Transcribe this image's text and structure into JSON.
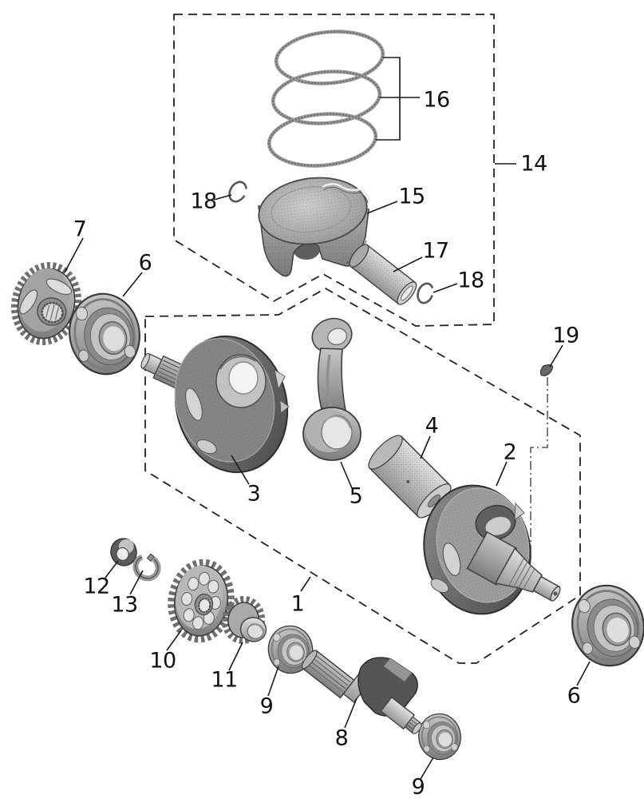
{
  "figure": {
    "kind": "exploded-parts-diagram",
    "background": "#ffffff",
    "line_color": "#1a1a1a",
    "label_color": "#111111",
    "callout_numbers_visible": [
      "1",
      "2",
      "3",
      "4",
      "5",
      "6",
      "7",
      "8",
      "9",
      "10",
      "11",
      "12",
      "13",
      "14",
      "15",
      "16",
      "17",
      "18",
      "19"
    ]
  },
  "labels": [
    "7",
    "6",
    "16",
    "14",
    "15",
    "18",
    "17",
    "18",
    "19",
    "4",
    "2",
    "3",
    "5",
    "1",
    "12",
    "13",
    "10",
    "11",
    "9",
    "8",
    "9",
    "6"
  ]
}
